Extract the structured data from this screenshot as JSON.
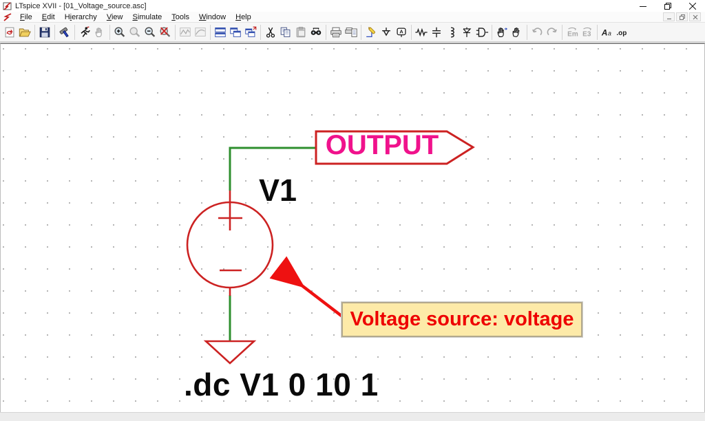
{
  "window": {
    "title": "LTspice XVII - [01_Voltage_source.asc]",
    "controls": [
      "minimize",
      "restore",
      "close"
    ]
  },
  "menu": {
    "items": [
      {
        "label": "File",
        "u": 0
      },
      {
        "label": "Edit",
        "u": 0
      },
      {
        "label": "Hierarchy",
        "u": 1
      },
      {
        "label": "View",
        "u": 0
      },
      {
        "label": "Simulate",
        "u": 0
      },
      {
        "label": "Tools",
        "u": 0
      },
      {
        "label": "Window",
        "u": 0
      },
      {
        "label": "Help",
        "u": 0
      }
    ],
    "mdi_controls": [
      "minimize",
      "restore",
      "close"
    ]
  },
  "toolbar": {
    "groups": [
      [
        "new-schematic",
        "open"
      ],
      [
        "save"
      ],
      [
        "control-panel"
      ],
      [
        "run",
        "halt"
      ],
      [
        "zoom-in",
        "zoom-extents",
        "zoom-out",
        "zoom-undo"
      ],
      [
        "waveform-a",
        "waveform-b"
      ],
      [
        "tile-horizontal",
        "tile-vertical",
        "cascade-windows"
      ],
      [
        "cut",
        "copy",
        "paste",
        "find"
      ],
      [
        "print",
        "print-preview"
      ],
      [
        "wire",
        "ground",
        "net-label"
      ],
      [
        "resistor",
        "capacitor",
        "inductor",
        "diode",
        "component"
      ],
      [
        "move",
        "drag"
      ],
      [
        "undo",
        "redo"
      ],
      [
        "mirror",
        "rotate"
      ],
      [
        "text",
        "spice-directive"
      ]
    ],
    "disabled": [
      "halt",
      "zoom-extents",
      "waveform-a",
      "waveform-b",
      "paste",
      "undo",
      "redo",
      "mirror",
      "rotate"
    ]
  },
  "schematic": {
    "net_label": "OUTPUT",
    "component_name": "V1",
    "spice_directive": ".dc V1 0 10 1",
    "annotation_text": "Voltage source: voltage"
  },
  "colors": {
    "wire_green": "#2e8f2e",
    "symbol_red": "#cc2222",
    "net_label_pink": "#f0128c",
    "arrow_red": "#ee1111",
    "annotation_text_red": "#ee0000",
    "annotation_bg": "#fdeaa8",
    "annotation_border": "#b3a98c"
  }
}
